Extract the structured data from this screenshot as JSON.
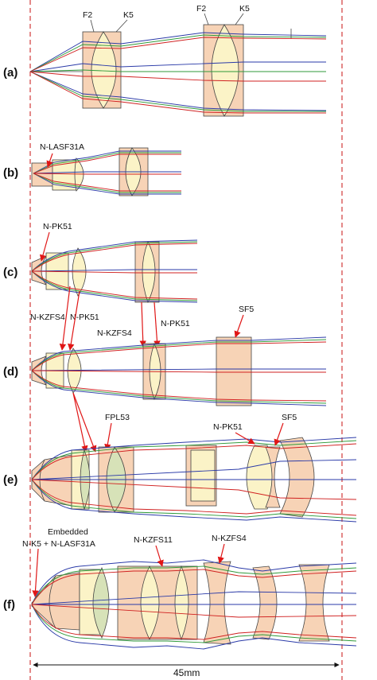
{
  "panels": [
    {
      "id": "a",
      "label": "(a)"
    },
    {
      "id": "b",
      "label": "(b)"
    },
    {
      "id": "c",
      "label": "(c)"
    },
    {
      "id": "d",
      "label": "(d)"
    },
    {
      "id": "e",
      "label": "(e)"
    },
    {
      "id": "f",
      "label": "(f)"
    }
  ],
  "material_labels": {
    "a_f2_1": "F2",
    "a_k5_1": "K5",
    "a_f2_2": "F2",
    "a_k5_2": "K5",
    "b_nlasf31a": "N-LASF31A",
    "c_npk51": "N-PK51",
    "c_nkzfs4_left": "N-KZFS4",
    "c_npk51_mid": "N-PK51",
    "c_nkzfs4_right": "N-KZFS4",
    "c_npk51_right": "N-PK51",
    "d_sf5": "SF5",
    "d_fpl53": "FPL53",
    "e_npk51": "N-PK51",
    "e_sf5": "SF5",
    "f_embedded_line1": "Embedded",
    "f_embedded_line2": "N-K5 + N-LASF31A",
    "f_nkzfs11": "N-KZFS11",
    "f_nkzfs4": "N-KZFS4"
  },
  "scale_bar": {
    "label": "45mm"
  },
  "colors": {
    "glass_orange": "#f7d3b6",
    "glass_yellow": "#fbf3c7",
    "glass_green": "#d7e2b8",
    "ray_blue": "#2a3aa8",
    "ray_green": "#2f9a3a",
    "ray_red": "#d02020",
    "annotation_arrow": "#e01616",
    "boundary_dash": "#d23a3a"
  }
}
